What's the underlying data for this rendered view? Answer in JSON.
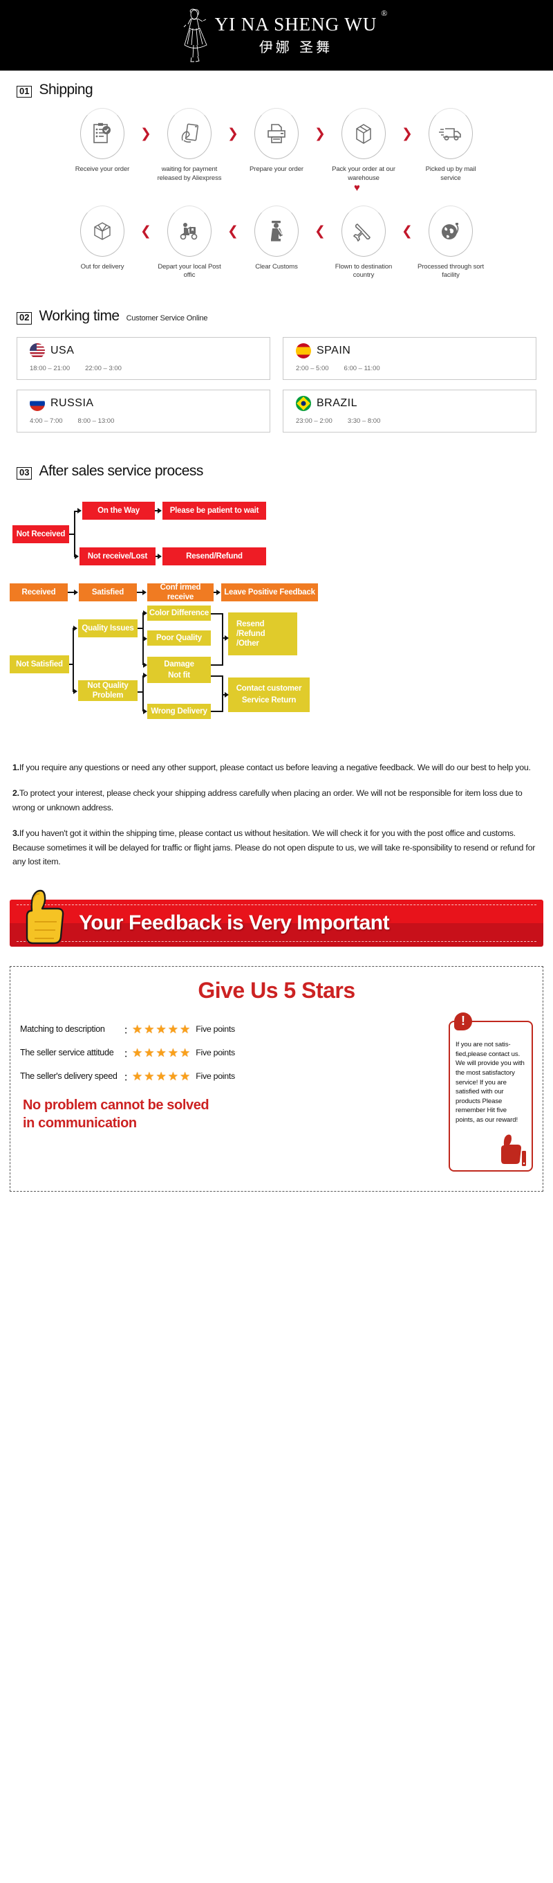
{
  "header": {
    "brand_en": "YI NA SHENG WU",
    "brand_reg": "®",
    "brand_cn": "伊娜 圣舞",
    "logo_icon": "dancer-logo-icon"
  },
  "shipping": {
    "number": "01",
    "title": "Shipping",
    "row1": [
      {
        "icon": "clipboard-check-icon",
        "label": "Receive your order"
      },
      {
        "icon": "hand-card-icon",
        "label": "waiting for payment released by Aliexpress"
      },
      {
        "icon": "printer-icon",
        "label": "Prepare your order"
      },
      {
        "icon": "box-icon",
        "label": "Pack your order at our warehouse"
      },
      {
        "icon": "truck-icon",
        "label": "Picked up by mail service"
      }
    ],
    "row2": [
      {
        "icon": "open-box-icon",
        "label": "Out for delivery"
      },
      {
        "icon": "scooter-courier-icon",
        "label": "Depart your local Post offic"
      },
      {
        "icon": "customs-officer-icon",
        "label": "Clear Customs"
      },
      {
        "icon": "airplane-icon",
        "label": "Flown to destination country"
      },
      {
        "icon": "globe-icon",
        "label": "Processed through sort facility"
      }
    ],
    "forward_chevron": "❯",
    "back_chevron": "❮",
    "heart": "♥"
  },
  "working_time": {
    "number": "02",
    "title": "Working time",
    "subtitle": "Customer Service Online",
    "cards": [
      {
        "flag": "usa-flag-icon",
        "country": "USA",
        "times": [
          "18:00 – 21:00",
          "22:00 – 3:00"
        ]
      },
      {
        "flag": "spain-flag-icon",
        "country": "SPAIN",
        "times": [
          "2:00 – 5:00",
          "6:00 – 11:00"
        ]
      },
      {
        "flag": "russia-flag-icon",
        "country": "RUSSIA",
        "times": [
          "4:00 – 7:00",
          "8:00 – 13:00"
        ]
      },
      {
        "flag": "brazil-flag-icon",
        "country": "BRAZIL",
        "times": [
          "23:00 – 2:00",
          "3:30 – 8:00"
        ]
      }
    ]
  },
  "after_sales": {
    "number": "03",
    "title": "After sales service process",
    "boxes": {
      "not_received": "Not Received",
      "on_the_way": "On the Way",
      "be_patient": "Please be patient to wait",
      "not_receive_lost": "Not receive/Lost",
      "resend_refund": "Resend/Refund",
      "received": "Received",
      "satisfied": "Satisfied",
      "confirmed_receive": "Conf irmed receive",
      "leave_positive_feedback": "Leave Positive Feedback",
      "not_satisfied": "Not Satisfied",
      "quality_issues": "Quality Issues",
      "color_difference": "Color Difference",
      "poor_quality": "Poor Quality",
      "damage": "Damage",
      "resend_refund_other": "Resend\n/Refund\n/Other",
      "not_quality_problem": "Not Quality Problem",
      "not_fit": "Not fit",
      "wrong_delivery": "Wrong Delivery",
      "contact_customer": "Contact customer Service Return"
    },
    "colors": {
      "red": "#ee1c25",
      "orange": "#f07b22",
      "yellow": "#e0cb2b"
    }
  },
  "notes": [
    {
      "num": "1.",
      "text": "If you require any questions or need any other support, please contact us before leaving a negative feedback. We will do our best to help you."
    },
    {
      "num": "2.",
      "text": "To protect your interest, please check your shipping address carefully when placing an order. We will not be responsible for item loss due to wrong or unknown address."
    },
    {
      "num": "3.",
      "text": "If you haven't got it within the shipping time, please contact us without hesitation. We will check it for you with the post office and customs. Because sometimes it will be delayed for traffic or flight jams. Please do not open dispute to us, we will take re-sponsibility to resend or refund for any lost item."
    }
  ],
  "banner": {
    "text": "Your Feedback is Very Important",
    "icon": "thumbs-up-icon",
    "color": "#e8131b"
  },
  "stars": {
    "title": "Give Us 5 Stars",
    "star_glyph": "★",
    "colon": "：",
    "rows": [
      {
        "label": "Matching to description",
        "stars": 5,
        "points": "Five points"
      },
      {
        "label": "The seller service attitude",
        "stars": 5,
        "points": "Five points"
      },
      {
        "label": "The seller's delivery speed",
        "stars": 5,
        "points": "Five points"
      }
    ],
    "slogan": "No problem cannot be solved in communication",
    "notice": {
      "mark": "!",
      "text": "If you are not satis-fied,please contact us. We will provide you with the most satisfactory service! If you are satisfied with our products Please remember Hit five points, as our reward!",
      "icon": "thumbs-up-icon"
    }
  }
}
